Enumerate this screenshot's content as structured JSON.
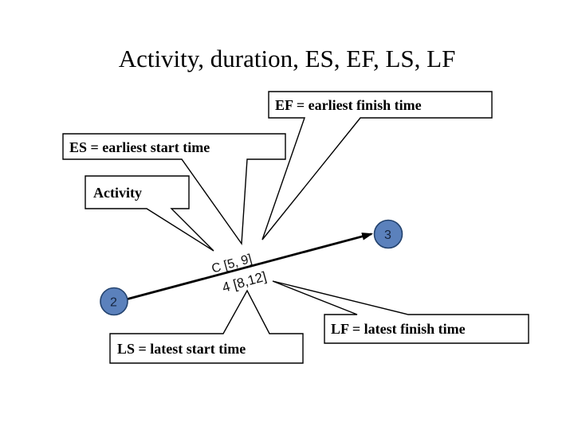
{
  "slide": {
    "title": "Activity, duration, ES, EF, LS, LF"
  },
  "callouts": {
    "ef": {
      "label": "EF = earliest finish time"
    },
    "es": {
      "label": "ES = earliest start time"
    },
    "activity": {
      "label": "Activity"
    },
    "ls": {
      "label": "LS = latest start time"
    },
    "lf": {
      "label": "LF = latest finish time"
    }
  },
  "diagram": {
    "node_start": {
      "label": "2"
    },
    "node_end": {
      "label": "3"
    },
    "edge_label_top": "C [5, 9]",
    "edge_label_bottom": "4 [8,12]",
    "node_fill": "#5b81bc",
    "node_border": "#24436e",
    "line_color": "#000000"
  }
}
